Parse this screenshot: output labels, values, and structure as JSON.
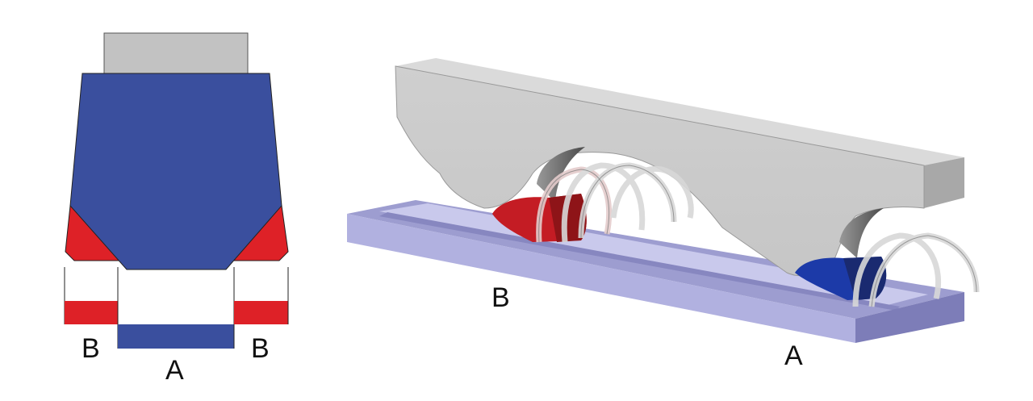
{
  "left_view": {
    "label_b_left": "B",
    "label_a": "A",
    "label_b_right": "B"
  },
  "right_view": {
    "label_b": "B",
    "label_a": "A"
  },
  "colors": {
    "blue": "#3a4f9e",
    "red": "#de2127",
    "gray": "#c2c2c2",
    "rail": "#a9a9d8"
  }
}
